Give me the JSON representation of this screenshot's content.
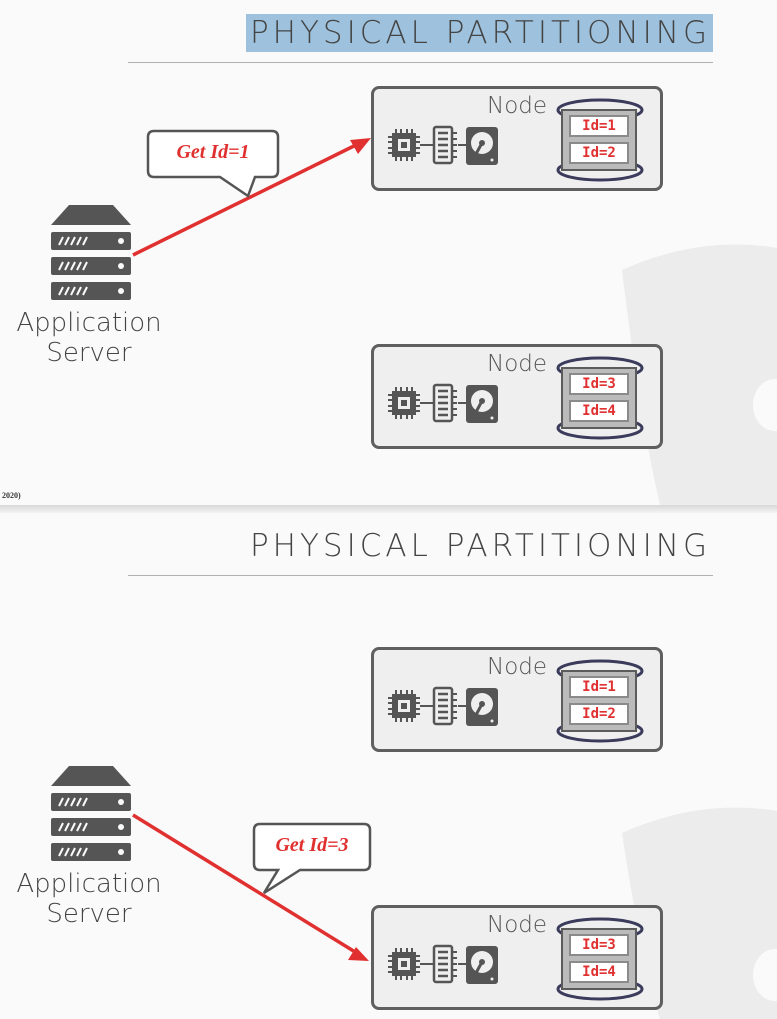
{
  "slides": [
    {
      "title": "PHYSICAL PARTITIONING",
      "server_label_line1": "Application",
      "server_label_line2": "Server",
      "request_label": "Get Id=1",
      "footer": "2020)",
      "nodes": [
        {
          "label": "Node",
          "ids": [
            "Id=1",
            "Id=2"
          ],
          "targeted": true
        },
        {
          "label": "Node",
          "ids": [
            "Id=3",
            "Id=4"
          ],
          "targeted": false
        }
      ]
    },
    {
      "title": "PHYSICAL PARTITIONING",
      "server_label_line1": "Application",
      "server_label_line2": "Server",
      "request_label": "Get Id=3",
      "nodes": [
        {
          "label": "Node",
          "ids": [
            "Id=1",
            "Id=2"
          ],
          "targeted": false
        },
        {
          "label": "Node",
          "ids": [
            "Id=3",
            "Id=4"
          ],
          "targeted": true
        }
      ]
    }
  ],
  "colors": {
    "title_highlight": "#9ec2dd",
    "request_arrow": "#e03030",
    "node_border": "#5f5f5f",
    "icon_gray": "#555555"
  },
  "icons": [
    "server-rack-icon",
    "cpu-chip-icon",
    "memory-module-icon",
    "hard-disk-icon",
    "database-cylinder-icon"
  ]
}
